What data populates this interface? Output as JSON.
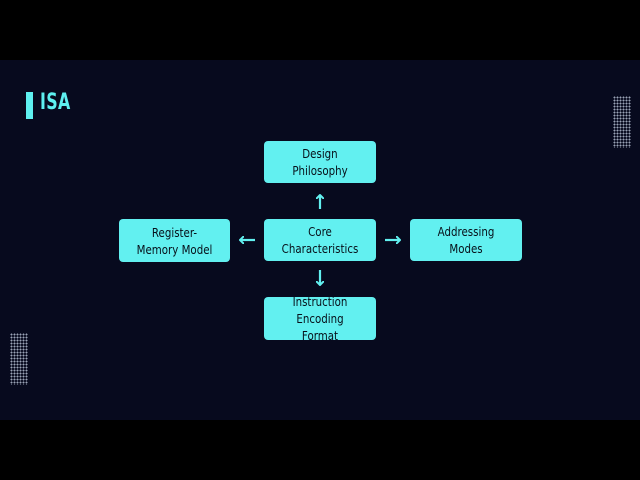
{
  "slide": {
    "title": "ISA",
    "accent_color": "#5ef0f0",
    "background_color": "#070a1e"
  },
  "diagram": {
    "center": {
      "label": "Core Characteristics"
    },
    "nodes": {
      "top": {
        "label": "Design Philosophy"
      },
      "left": {
        "label": "Register-Memory Model"
      },
      "right": {
        "label": "Addressing Modes"
      },
      "bottom": {
        "label": "Instruction Encoding Format"
      }
    },
    "edges": [
      {
        "from": "Core Characteristics",
        "to": "Design Philosophy"
      },
      {
        "from": "Core Characteristics",
        "to": "Register-Memory Model"
      },
      {
        "from": "Core Characteristics",
        "to": "Addressing Modes"
      },
      {
        "from": "Core Characteristics",
        "to": "Instruction Encoding Format"
      }
    ]
  }
}
